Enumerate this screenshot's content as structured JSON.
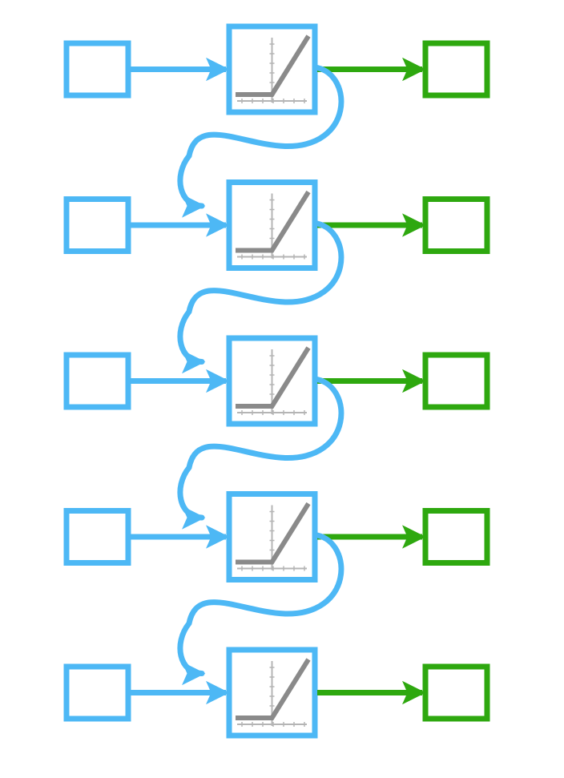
{
  "diagram": {
    "type": "recurrent-network-unrolled",
    "timesteps": 5,
    "colors": {
      "input": "#4db8f5",
      "hidden": "#4db8f5",
      "output": "#2ea80f",
      "activation_curve": "#8a8a8a",
      "activation_axes": "#b5b5b5",
      "background": "#ffffff"
    },
    "icons": {
      "input": "empty-square-icon",
      "hidden": "relu-activation-icon",
      "output": "empty-square-icon"
    },
    "activation": "relu",
    "connections": [
      "input-to-hidden",
      "hidden-to-output",
      "hidden-to-next-hidden"
    ]
  }
}
